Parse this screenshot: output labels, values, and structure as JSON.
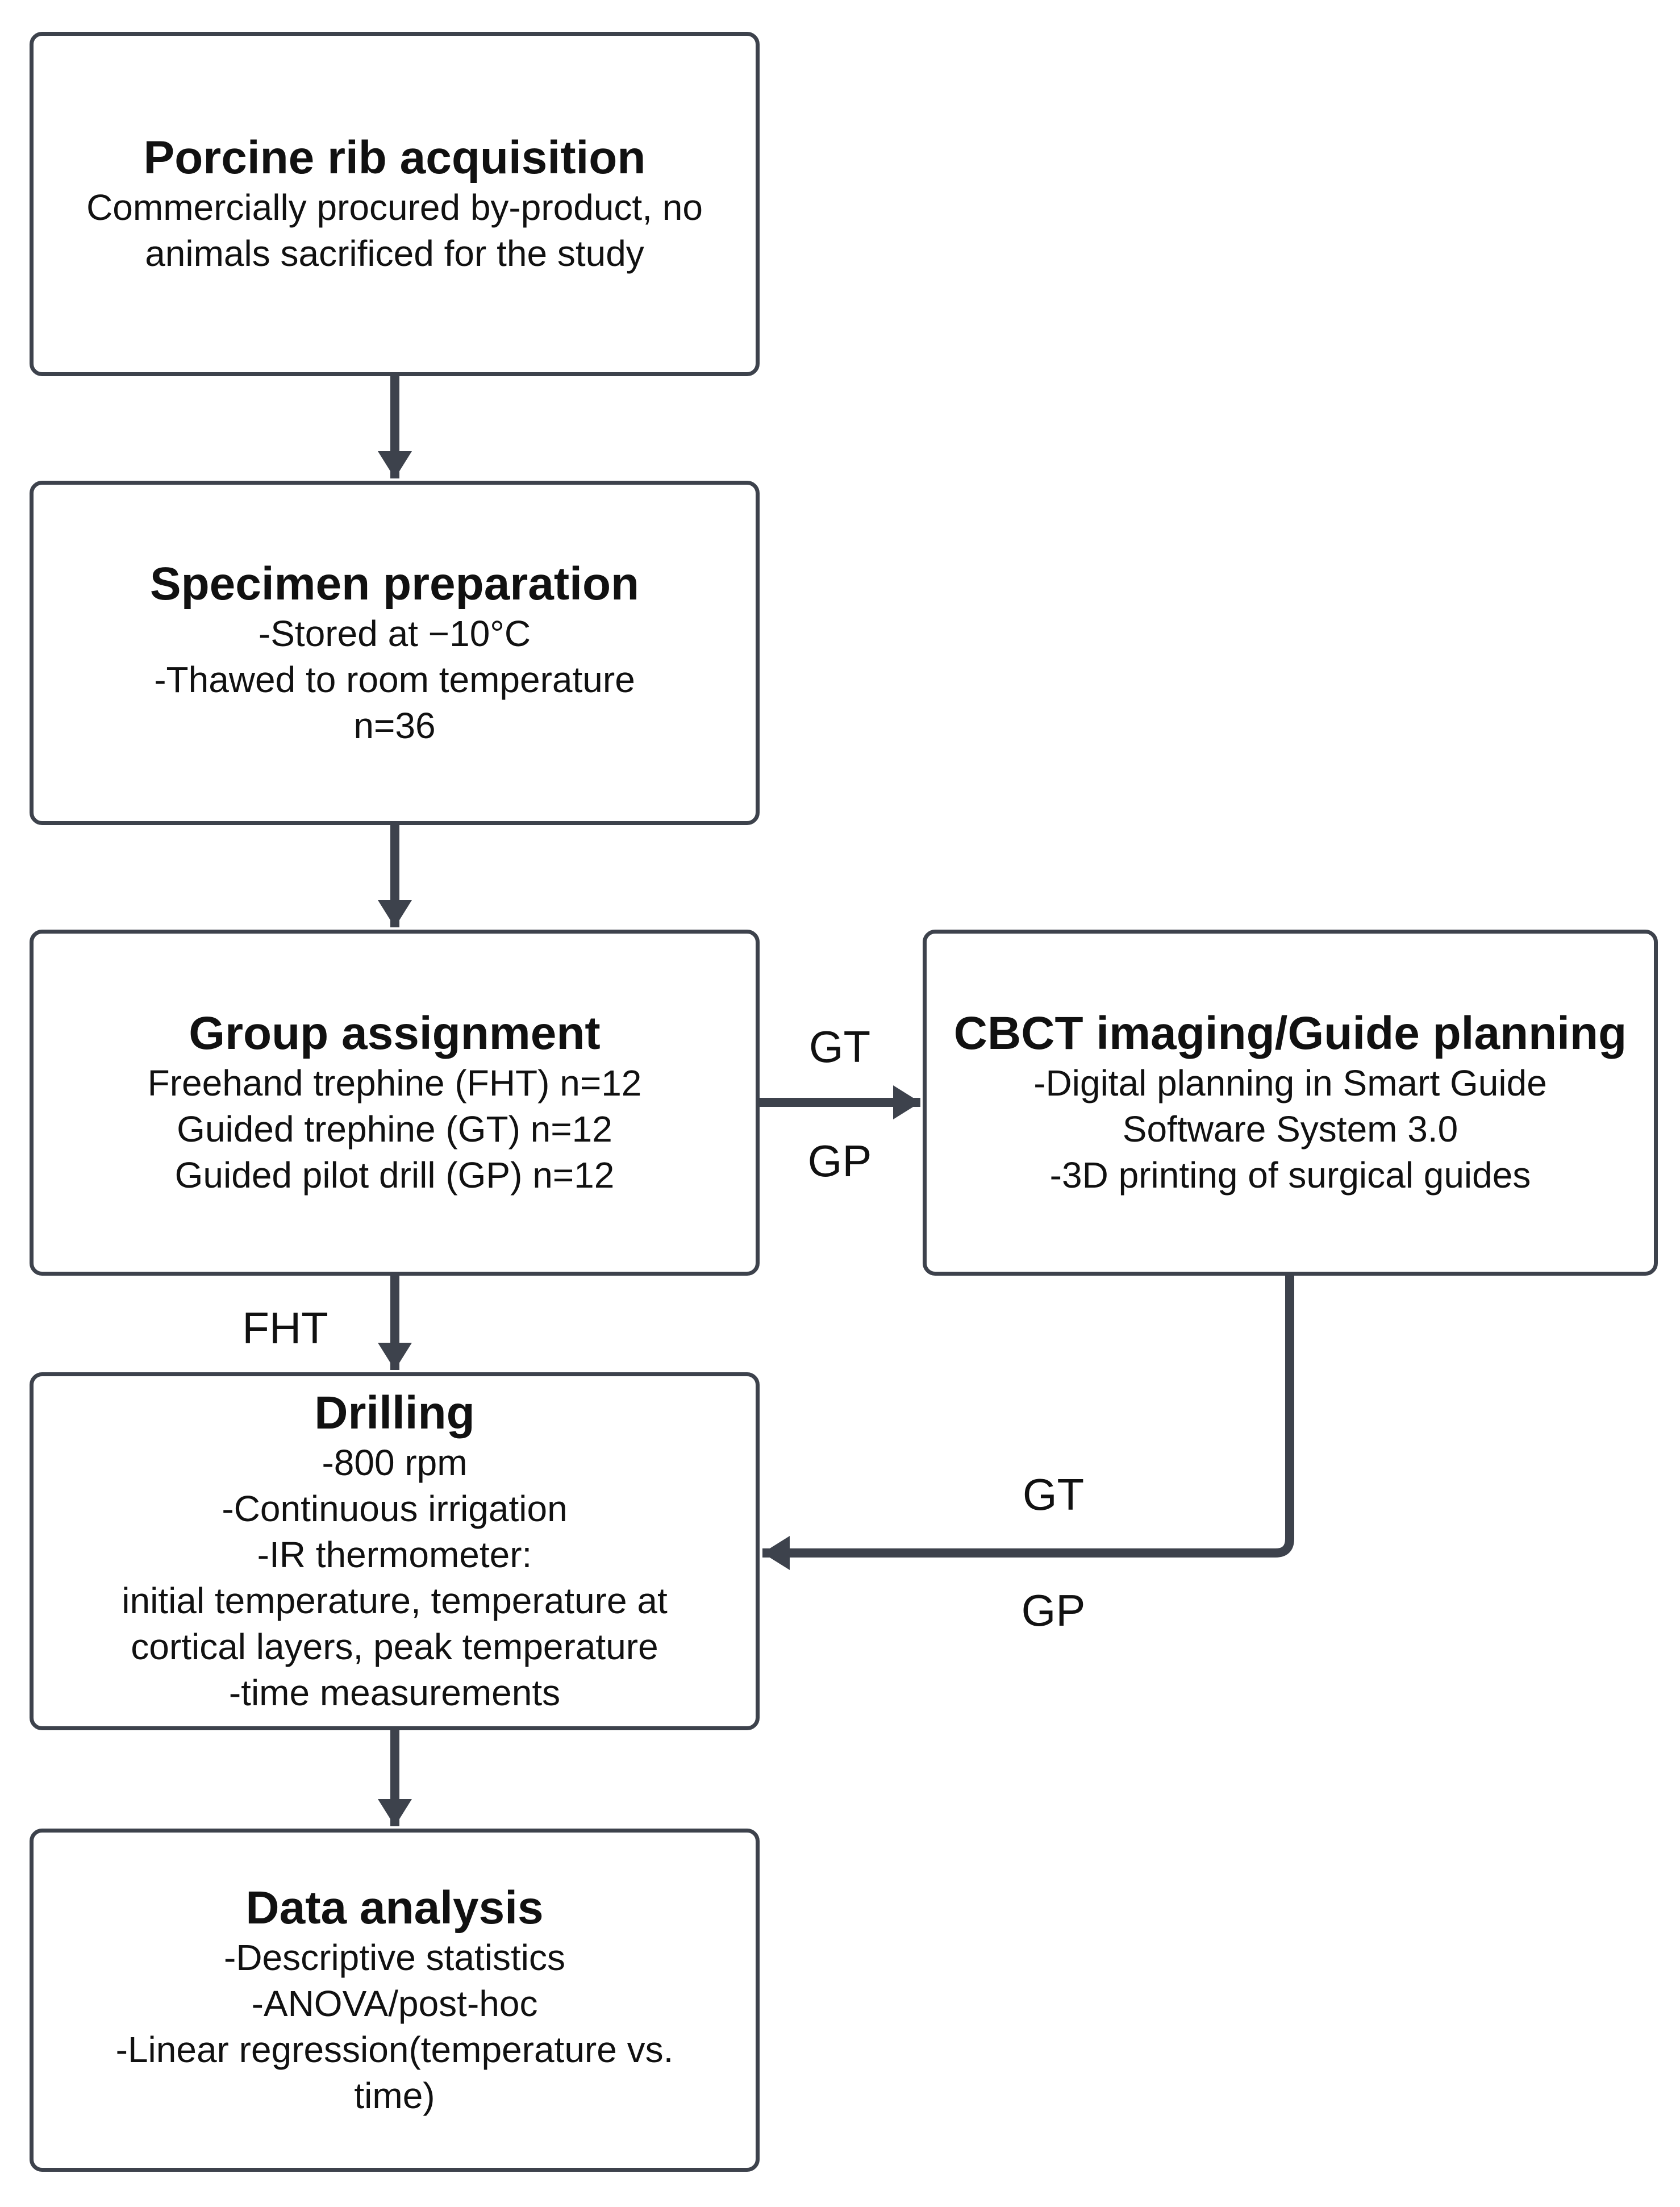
{
  "nodes": {
    "acquisition": {
      "title": "Porcine rib acquisition",
      "lines": [
        "Commercially procured by-product, no",
        "animals sacrificed for the study"
      ]
    },
    "preparation": {
      "title": "Specimen preparation",
      "lines": [
        "-Stored at −10°C",
        "-Thawed to room temperature",
        "n=36"
      ]
    },
    "assignment": {
      "title": "Group assignment",
      "lines": [
        "Freehand trephine (FHT) n=12",
        "Guided trephine (GT) n=12",
        "Guided pilot drill (GP) n=12"
      ]
    },
    "cbct": {
      "title": "CBCT imaging/Guide planning",
      "lines": [
        "-Digital planning in Smart Guide",
        "Software System 3.0",
        "-3D printing of surgical guides"
      ]
    },
    "drilling": {
      "title": "Drilling",
      "lines": [
        "-800 rpm",
        "-Continuous irrigation",
        "-IR thermometer:",
        "initial temperature, temperature at",
        "cortical layers, peak temperature",
        "-time measurements"
      ]
    },
    "analysis": {
      "title": "Data analysis",
      "lines": [
        "-Descriptive statistics",
        "-ANOVA/post-hoc",
        "-Linear regression(temperature vs.",
        "time)"
      ]
    }
  },
  "edge_labels": {
    "assign_to_cbct_top": "GT",
    "assign_to_cbct_bottom": "GP",
    "assign_to_drilling": "FHT",
    "cbct_to_drilling_top": "GT",
    "cbct_to_drilling_bottom": "GP"
  },
  "colors": {
    "stroke": "#3d424c",
    "text": "#111111",
    "background": "#ffffff"
  }
}
